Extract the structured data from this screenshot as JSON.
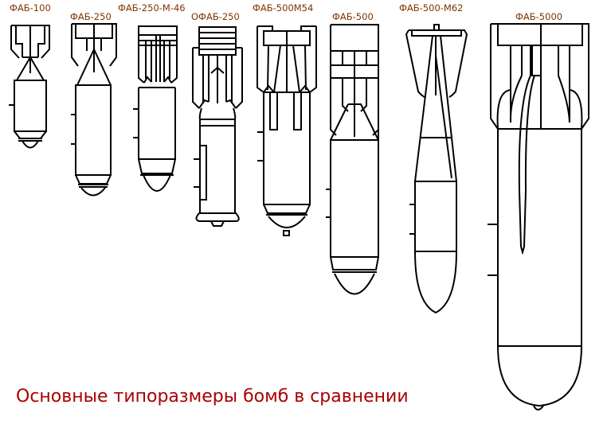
{
  "diagram": {
    "caption": "Основные типоразмеры бомб в сравнении",
    "caption_color": "#aa0000",
    "label_color": "#7f3300",
    "bombs": [
      {
        "id": "fab-100",
        "label": "ФАБ-100"
      },
      {
        "id": "fab-250",
        "label": "ФАБ-250"
      },
      {
        "id": "fab-250-m-46",
        "label": "ФАБ-250-М-46"
      },
      {
        "id": "ofab-250",
        "label": "ОФАБ-250"
      },
      {
        "id": "fab-500m54",
        "label": "ФАБ-500М54"
      },
      {
        "id": "fab-500",
        "label": "ФАБ-500"
      },
      {
        "id": "fab-500-m62",
        "label": "ФАБ-500-М62"
      },
      {
        "id": "fab-5000",
        "label": "ФАБ-5000"
      }
    ]
  }
}
